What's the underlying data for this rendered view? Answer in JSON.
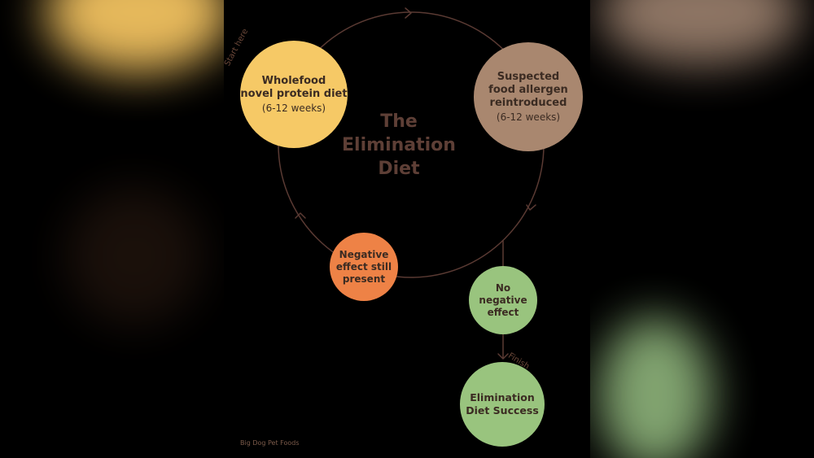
{
  "diagram": {
    "title": "The\nElimination\nDiet",
    "start_label": "Start here",
    "finish_label": "Finish",
    "footer": "Big Dog Pet Foods",
    "nodes": {
      "wholefood": {
        "main": "Wholefood\nnovel protein diet",
        "sub": "(6-12 weeks)",
        "color": "#f6c966"
      },
      "reintroduced": {
        "main": "Suspected\nfood allergen\nreintroduced",
        "sub": "(6-12 weeks)",
        "color": "#a9876f"
      },
      "negative_present": {
        "main": "Negative\neffect still\npresent",
        "color": "#ee8246"
      },
      "no_negative": {
        "main": "No\nnegative\neffect",
        "color": "#99c47e"
      },
      "success": {
        "main": "Elimination\nDiet Success",
        "color": "#99c47e"
      }
    },
    "line_color": "#5a3a33"
  }
}
